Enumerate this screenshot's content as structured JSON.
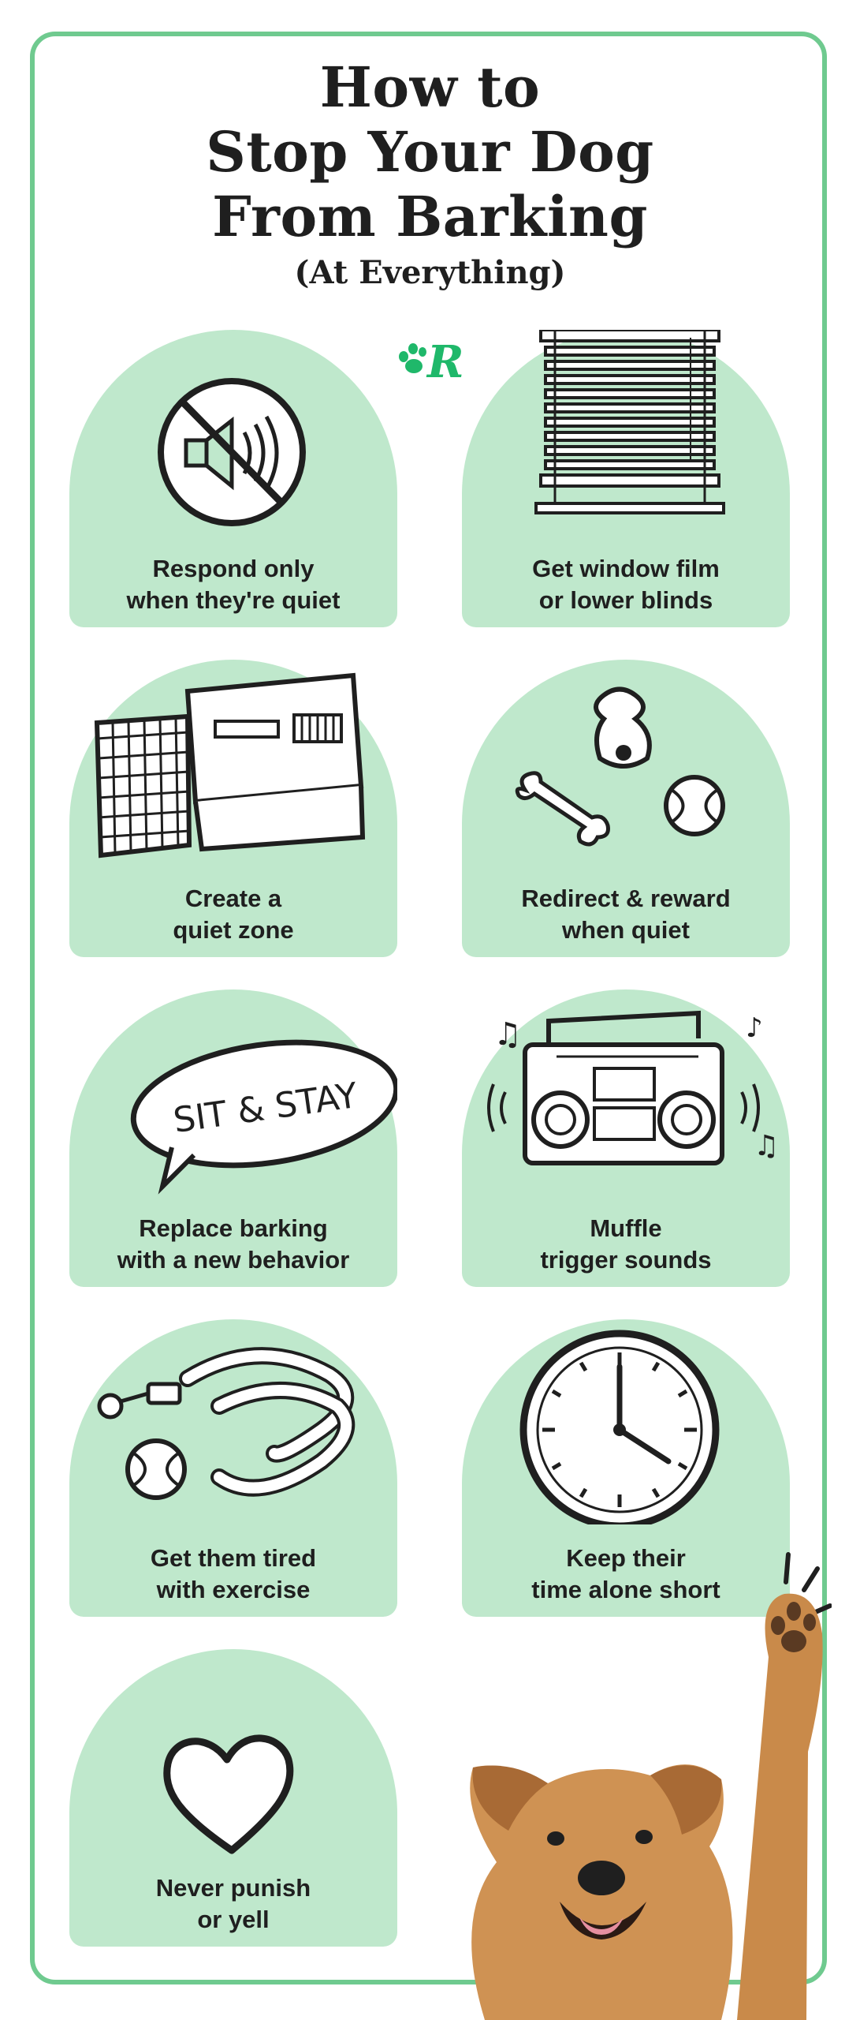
{
  "header": {
    "title_line1": "How to",
    "title_line2": "Stop Your Dog",
    "title_line3": "From Barking",
    "subtitle": "(At Everything)"
  },
  "logo": {
    "letter": "R",
    "icon": "paw-icon",
    "color": "#1fb86a"
  },
  "colors": {
    "card": "#bfe8cc",
    "border": "#6fca8f",
    "ink": "#1f1f1f"
  },
  "tips": [
    {
      "line1": "Respond only",
      "line2": "when they're quiet",
      "icon": "muted-speaker-icon"
    },
    {
      "line1": "Get window film",
      "line2": "or lower blinds",
      "icon": "window-blinds-icon"
    },
    {
      "line1": "Create a",
      "line2": "quiet zone",
      "icon": "dog-crate-icon"
    },
    {
      "line1": "Redirect & reward",
      "line2": "when quiet",
      "icon": "toys-icon"
    },
    {
      "line1": "Replace barking",
      "line2": "with a new behavior",
      "icon": "speech-bubble-icon",
      "bubble_text": "SIT & STAY"
    },
    {
      "line1": "Muffle",
      "line2": "trigger sounds",
      "icon": "boombox-icon"
    },
    {
      "line1": "Get them tired",
      "line2": "with exercise",
      "icon": "leash-ball-icon"
    },
    {
      "line1": "Keep their",
      "line2": "time alone short",
      "icon": "clock-icon"
    },
    {
      "line1": "Never punish",
      "line2": "or yell",
      "icon": "heart-icon"
    }
  ],
  "illustration": {
    "icon": "waving-dog-illustration"
  }
}
